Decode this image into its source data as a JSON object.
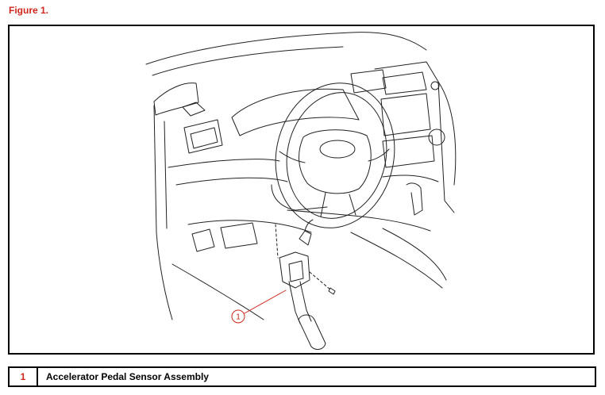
{
  "figure": {
    "title": "Figure 1."
  },
  "callouts": [
    {
      "number": "1"
    }
  ],
  "legend": [
    {
      "number": "1",
      "label": "Accelerator Pedal Sensor Assembly"
    }
  ],
  "colors": {
    "accent": "#d0271d",
    "line": "#000000"
  }
}
